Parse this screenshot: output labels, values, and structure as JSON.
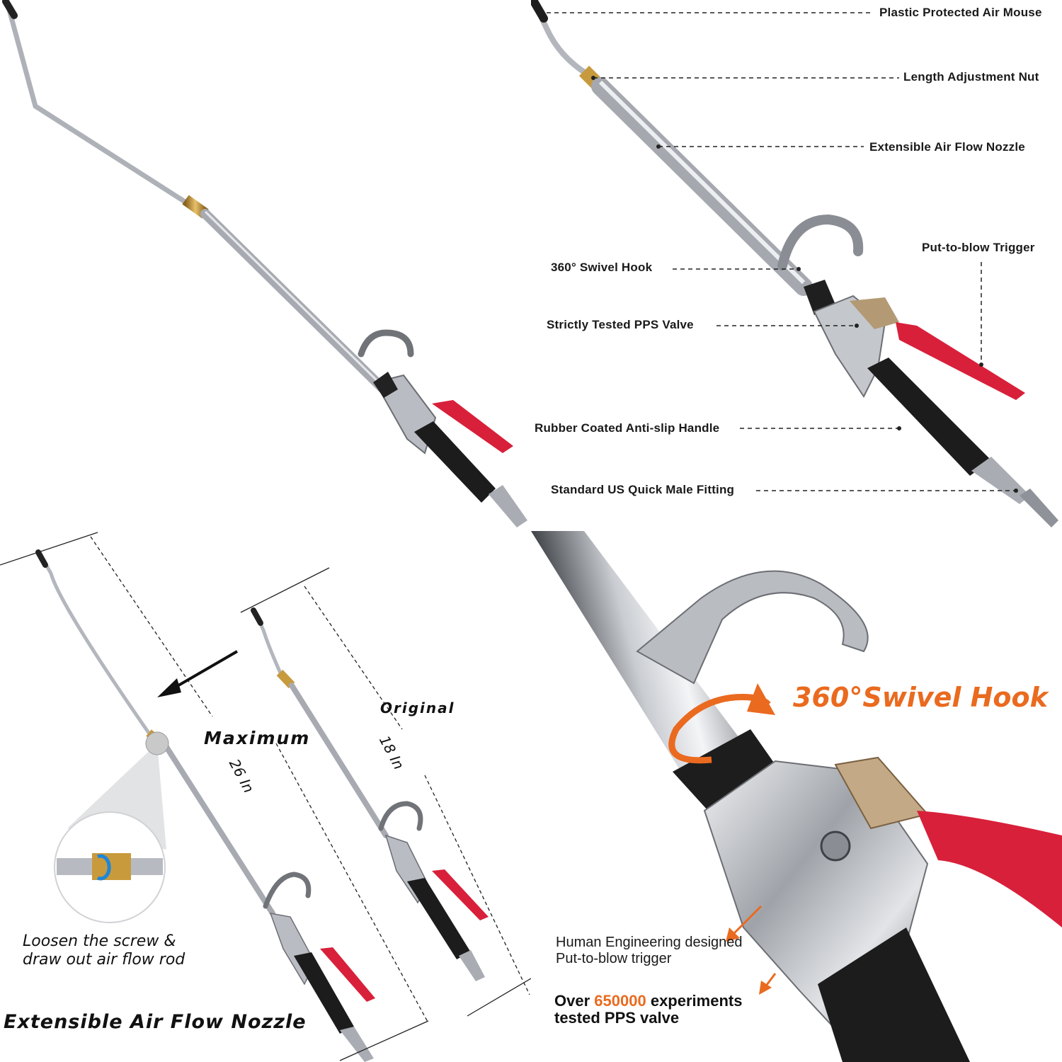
{
  "callouts": {
    "plastic_mouse": "Plastic Protected Air Mouse",
    "adjust_nut": "Length Adjustment Nut",
    "extensible_nozzle": "Extensible Air Flow Nozzle",
    "trigger": "Put-to-blow Trigger",
    "swivel_hook": "360° Swivel Hook",
    "pps_valve": "Strictly Tested PPS Valve",
    "handle": "Rubber Coated Anti-slip Handle",
    "fitting": "Standard US Quick Male Fitting"
  },
  "length": {
    "original_label": "Original",
    "original_value": "18 In",
    "max_label": "Maximum",
    "max_value": "26 In",
    "screw_note_line1": "Loosen the screw &",
    "screw_note_line2": "draw out air flow rod",
    "title": "Extensible Air Flow Nozzle"
  },
  "closeup": {
    "swivel_title": "360°Swivel Hook",
    "trigger_note_line1": "Human Engineering designed",
    "trigger_note_line2": "Put-to-blow trigger",
    "valve_over": "Over",
    "valve_count": "650000",
    "valve_rest": "experiments",
    "valve_line2": "tested PPS valve"
  },
  "colors": {
    "accent": "#ea6a1f",
    "trigger_red": "#d8203a",
    "handle_black": "#1c1c1c",
    "brass": "#c9a04a",
    "steel": "#b8bcc2"
  }
}
